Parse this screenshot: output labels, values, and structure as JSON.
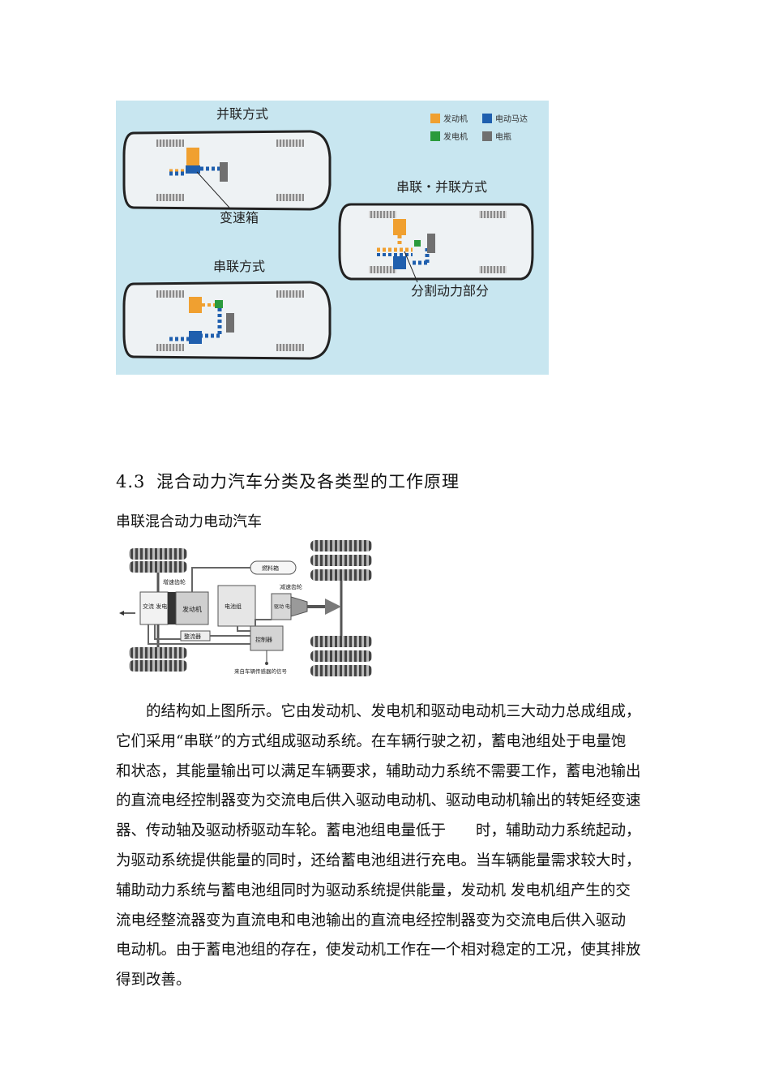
{
  "figure1": {
    "labels": {
      "parallel": "并联方式",
      "series_parallel": "串联・并联方式",
      "series": "串联方式",
      "transmission": "变速箱",
      "power_split": "分割动力部分"
    },
    "legend": [
      {
        "color": "#f0a030",
        "label": "发动机"
      },
      {
        "color": "#1f5fae",
        "label": "电动马达"
      },
      {
        "color": "#2a9a3c",
        "label": "发电机"
      },
      {
        "color": "#707070",
        "label": "电瓶"
      }
    ],
    "background": "#c8e6f0"
  },
  "section": {
    "number": "4.3",
    "title": "混合动力汽车分类及各类型的工作原理"
  },
  "subheading": "串联混合动力电动汽车",
  "figure2": {
    "labels": {
      "gear": "增速齿轮",
      "fuel_tank": "燃料箱",
      "reducer": "减速齿轮",
      "alternator": "交流 发电机",
      "engine": "发动机",
      "battery": "电池组",
      "motor": "驱动 电机",
      "rectifier": "整流器",
      "controller": "控制器",
      "sensor_signal": "来自车辆传感器的信号"
    }
  },
  "body_lines": [
    "的结构如上图所示。它由发动机、发电机和驱动电动机三大动力总成组成，",
    "它们采用“串联”的方式组成驱动系统。在车辆行驶之初，蓄电池组处于电量饱",
    "和状态，其能量输出可以满足车辆要求，辅助动力系统不需要工作，蓄电池输出",
    "的直流电经控制器变为交流电后供入驱动电动机、驱动电动机输出的转矩经变速",
    "器、传动轴及驱动桥驱动车轮。蓄电池组电量低于　　时，辅助动力系统起动，",
    "为驱动系统提供能量的同时，还给蓄电池组进行充电。当车辆能量需求较大时，",
    "辅助动力系统与蓄电池组同时为驱动系统提供能量，发动机 发电机组产生的交",
    "流电经整流器变为直流电和电池输出的直流电经控制器变为交流电后供入驱动",
    "电动机。由于蓄电池组的存在，使发动机工作在一个相对稳定的工况，使其排放",
    "得到改善。"
  ]
}
